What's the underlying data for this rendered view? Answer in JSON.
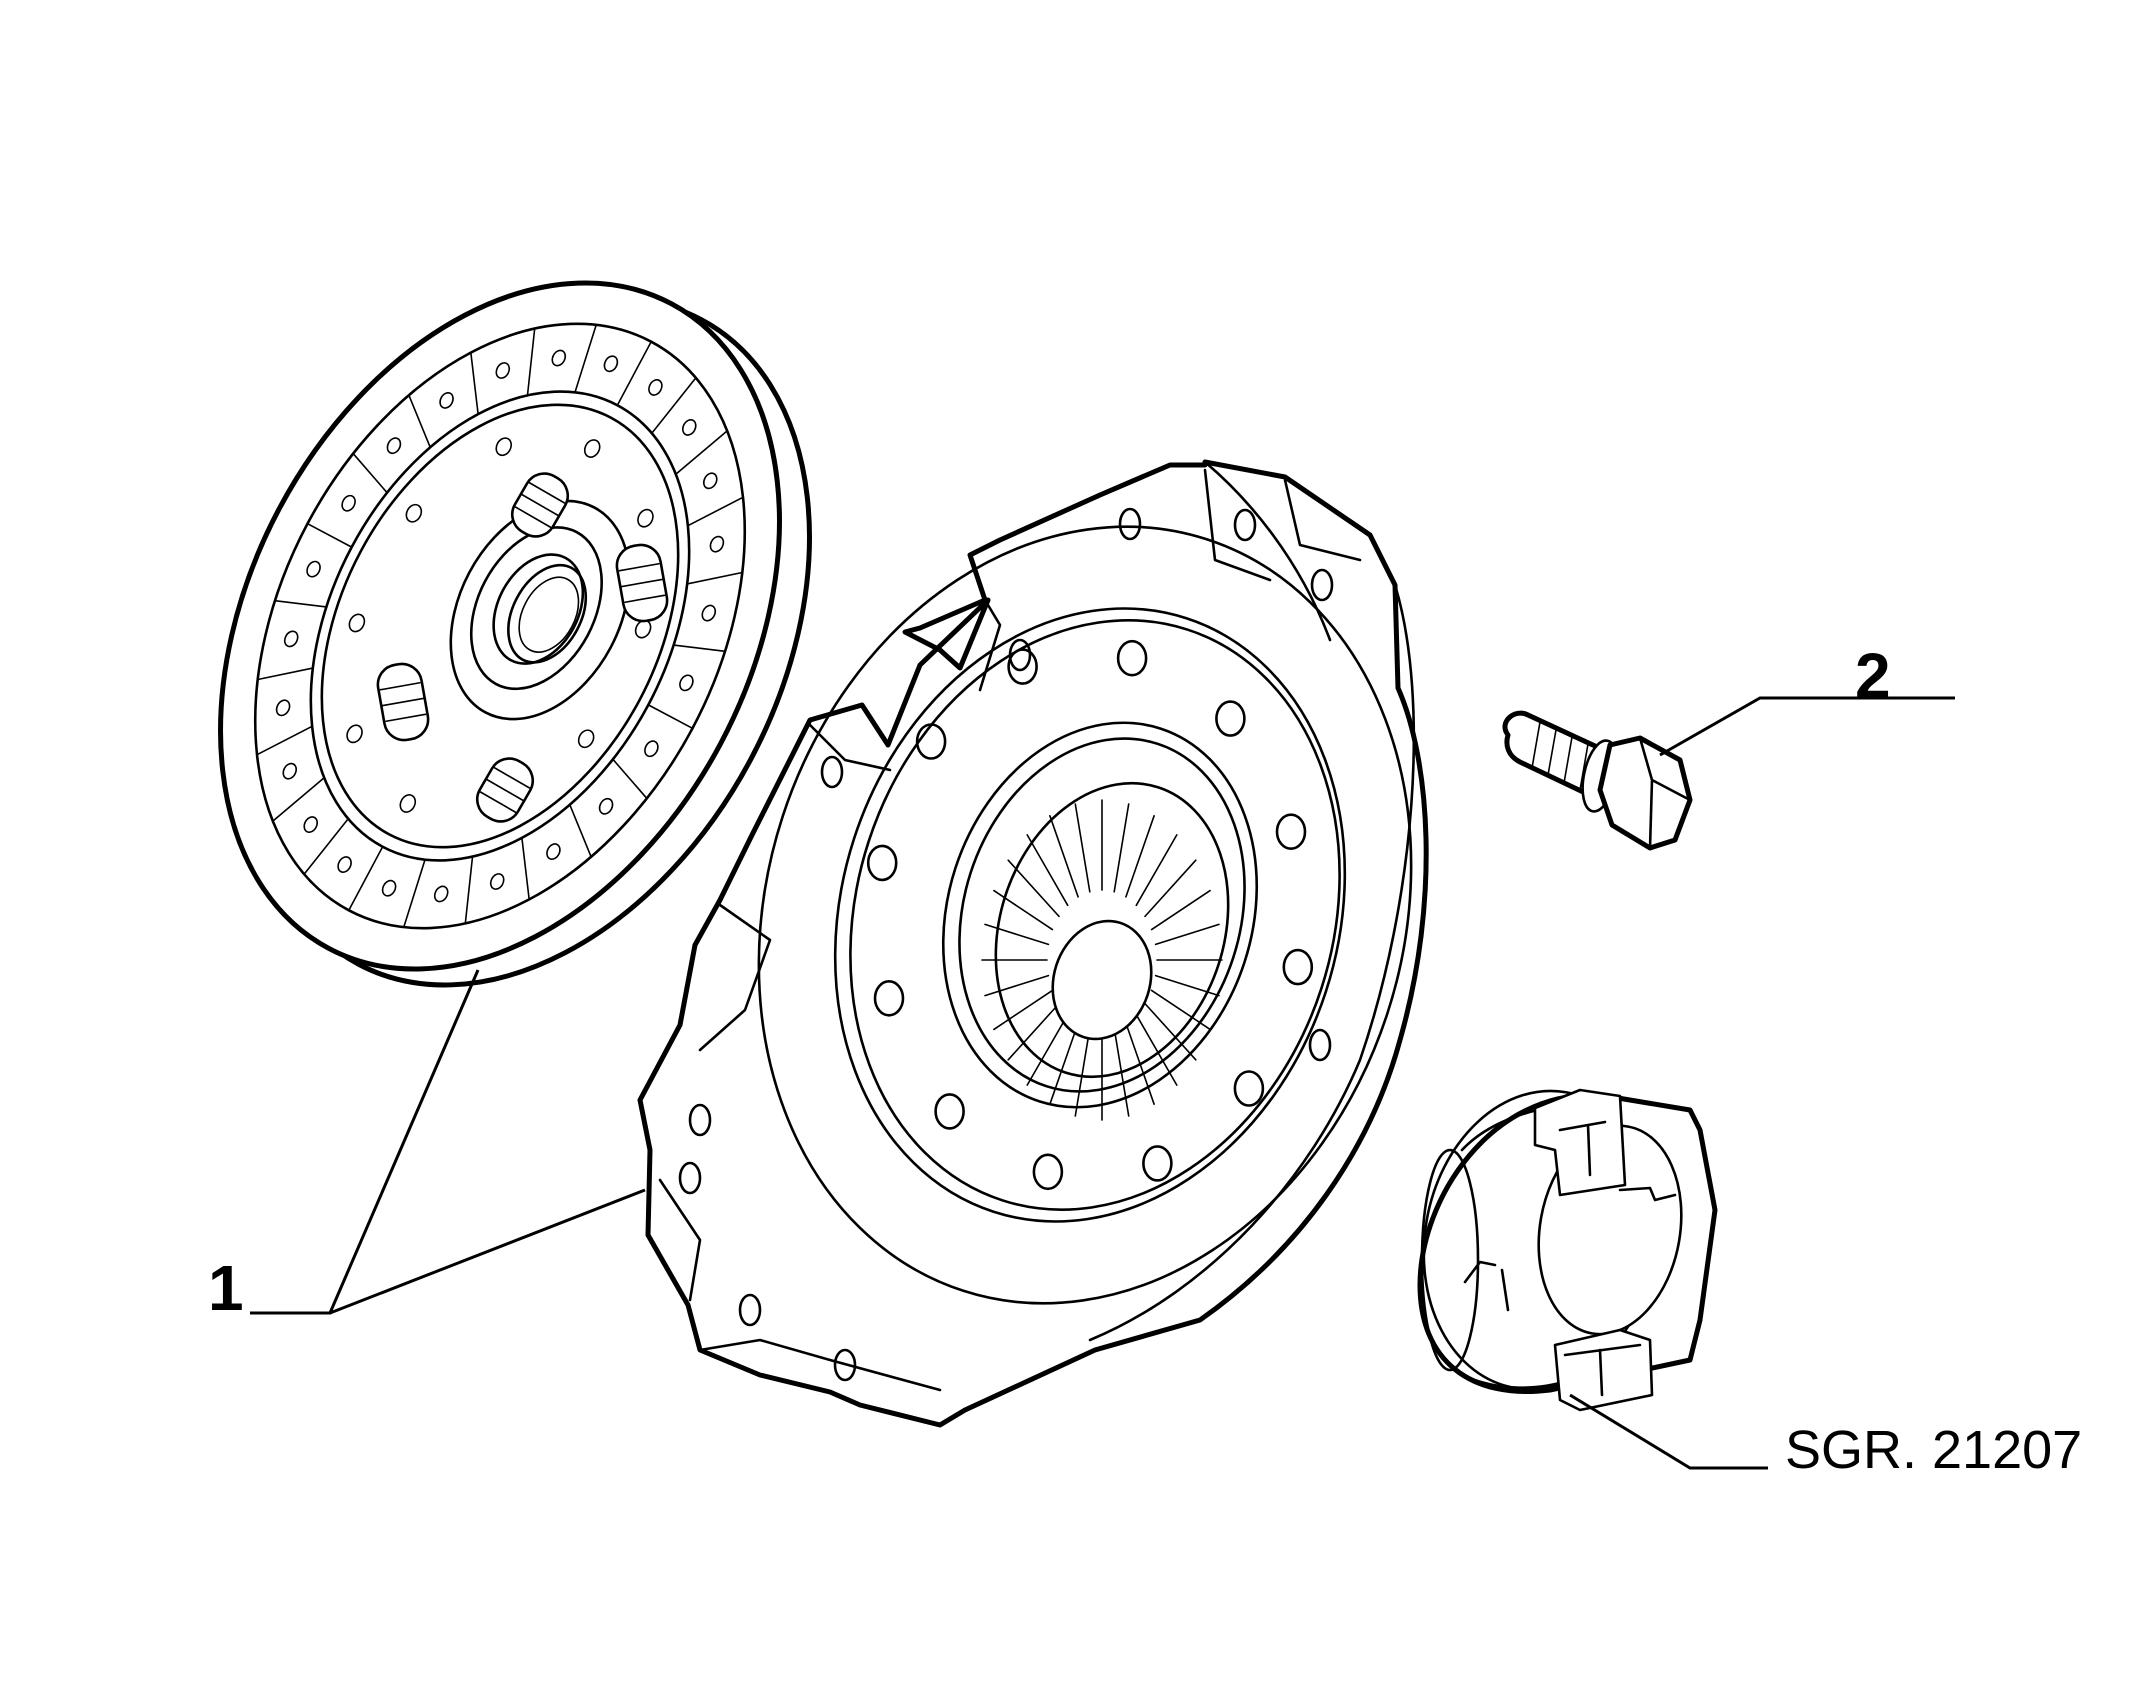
{
  "labels": {
    "part1": "1",
    "part2": "2",
    "reference": "SGR. 21207"
  }
}
